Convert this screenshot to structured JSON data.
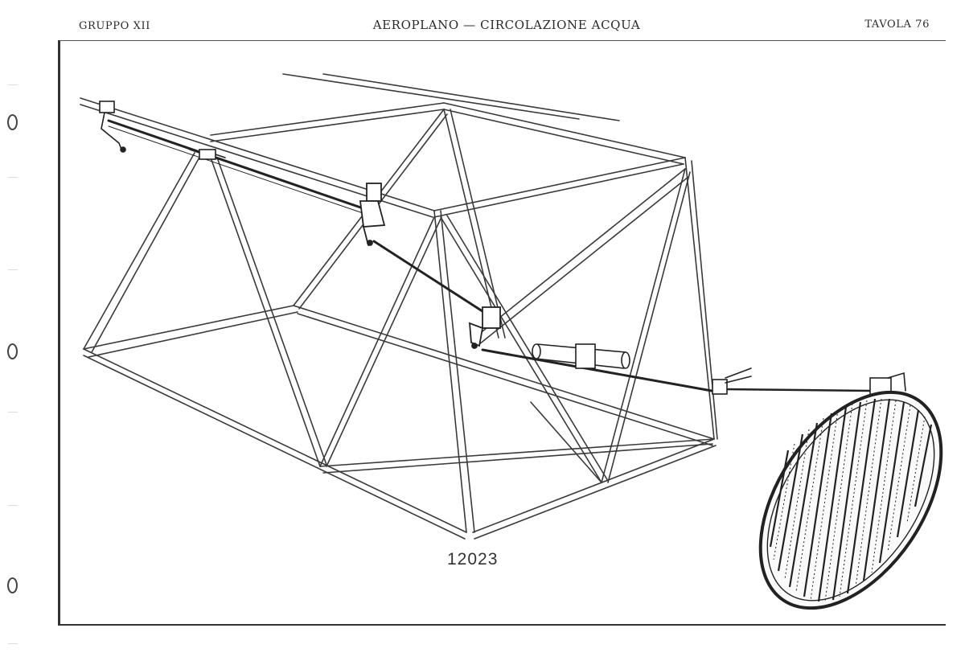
{
  "header": {
    "group": "GRUPPO XII",
    "title": "AEROPLANO — CIRCOLAZIONE ACQUA",
    "plate": "TAVOLA 76"
  },
  "figure": {
    "number": "12023"
  }
}
